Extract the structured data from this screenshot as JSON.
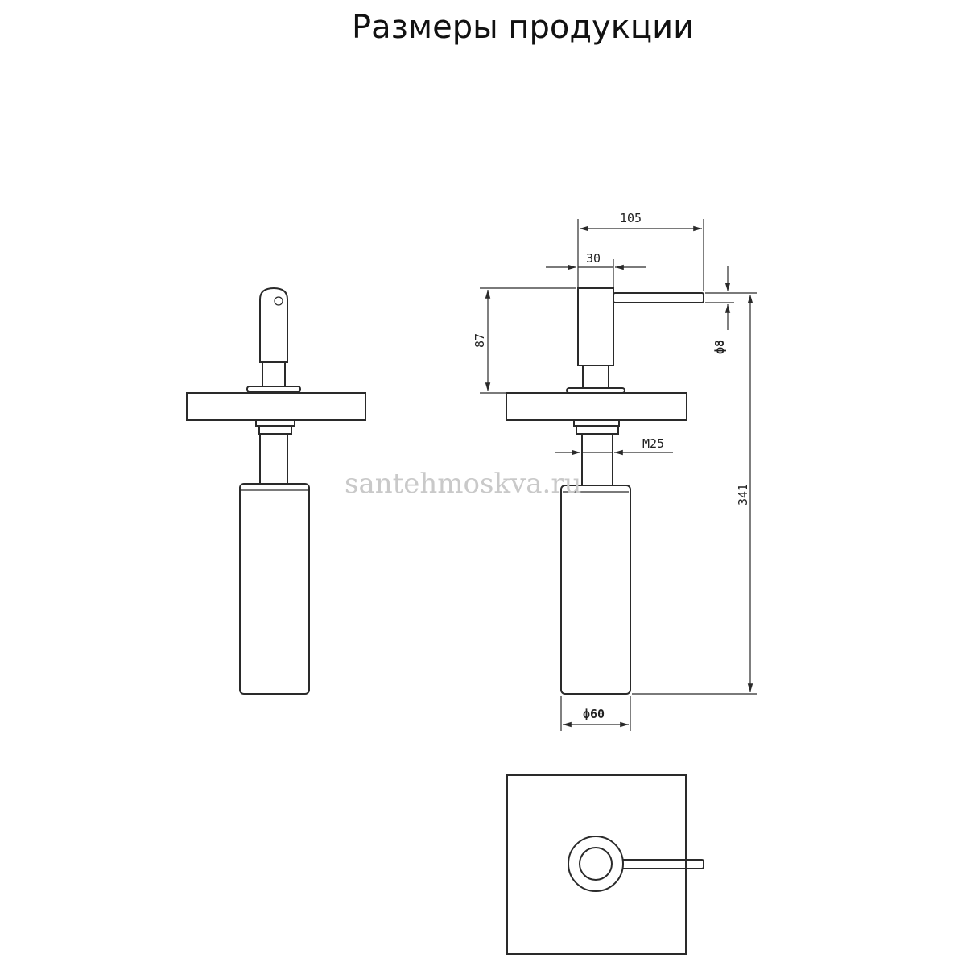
{
  "title": "Размеры продукции",
  "watermark": "santehmoskva.ru",
  "dimensions": {
    "width_total": "105",
    "head_width": "30",
    "height_top": "87",
    "spout_diameter": "ф8",
    "thread": "M25",
    "total_height": "341",
    "body_diameter": "ф60"
  },
  "colors": {
    "line": "#2a2a2a",
    "watermark": "#c9c9c9"
  }
}
